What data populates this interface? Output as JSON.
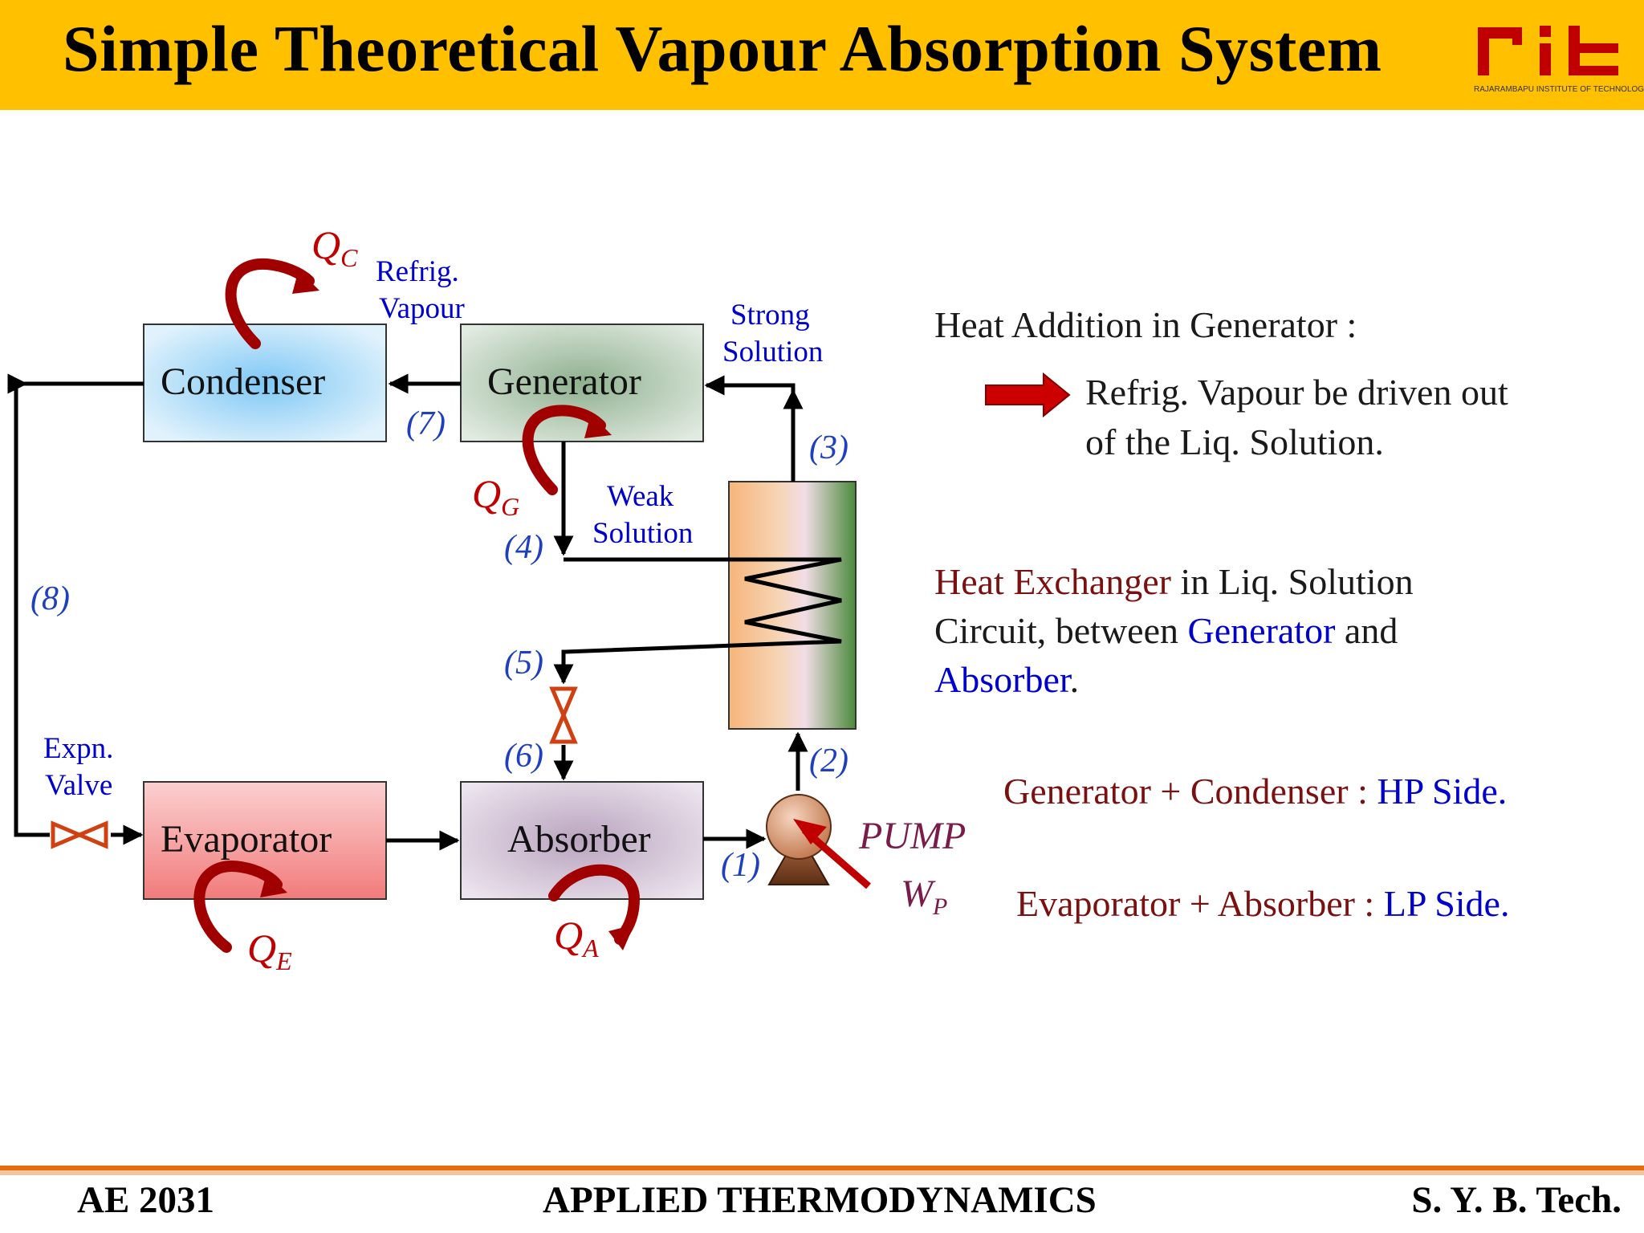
{
  "title": "Simple Theoretical Vapour Absorption System",
  "logo": {
    "letters": "rit",
    "caption": "RAJARAMBAPU INSTITUTE OF TECHNOLOGY"
  },
  "components": {
    "condenser": "Condenser",
    "generator": "Generator",
    "evaporator": "Evaporator",
    "absorber": "Absorber",
    "pump": "PUMP",
    "pump_work": "W",
    "pump_work_sub": "P"
  },
  "heat": {
    "qc": "Q",
    "qc_sub": "C",
    "qg": "Q",
    "qg_sub": "G",
    "qe": "Q",
    "qe_sub": "E",
    "qa": "Q",
    "qa_sub": "A"
  },
  "labels": {
    "refrig_vapour_1": "Refrig.",
    "refrig_vapour_2": "Vapour",
    "strong_solution_1": "Strong",
    "strong_solution_2": "Solution",
    "weak_solution_1": "Weak",
    "weak_solution_2": "Solution",
    "expn_valve_1": "Expn.",
    "expn_valve_2": "Valve"
  },
  "state_points": [
    "(1)",
    "(2)",
    "(3)",
    "(4)",
    "(5)",
    "(6)",
    "(7)",
    "(8)"
  ],
  "notes": {
    "heat_addition_title": "Heat  Addition in Generator :",
    "heat_addition_line1": "Refrig.  Vapour  be  driven  out",
    "heat_addition_line2": "of the Liq. Solution.",
    "hx_heat_exchanger": "Heat  Exchanger",
    "hx_in_liq": " in Liq. Solution",
    "hx_circuit_between": "Circuit, between ",
    "hx_generator": "Generator",
    "hx_and": " and",
    "hx_absorber": "Absorber",
    "hx_period": ".",
    "hp_components": "Generator + Condenser : ",
    "hp_side": "HP Side.",
    "lp_components": "Evaporator + Absorber : ",
    "lp_side": "LP Side."
  },
  "footer": {
    "course_code": "AE 2031",
    "course_name": "APPLIED THERMODYNAMICS",
    "class": "S. Y. B. Tech."
  },
  "colors": {
    "header_bg": "#ffc000",
    "heat_arrow": "#c00000",
    "valve": "#d04010",
    "label_blue": "#0000cc",
    "footer_rule": "#e46c0a"
  }
}
